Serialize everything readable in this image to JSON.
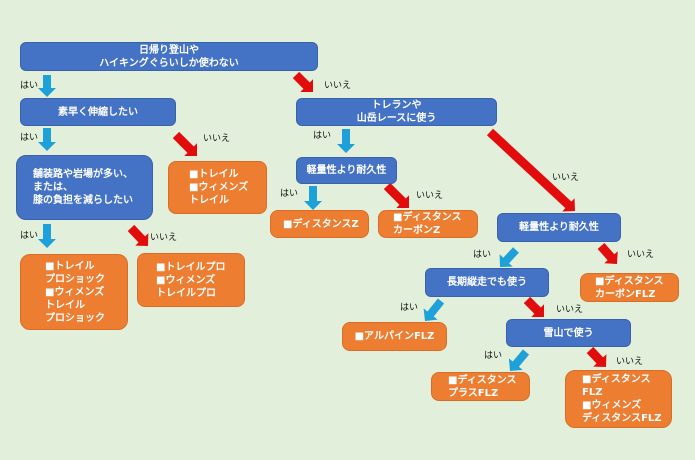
{
  "questions": {
    "q1": [
      "日帰り登山や",
      "ハイキングぐらいしか使わない"
    ],
    "q2": [
      "素早く伸縮したい"
    ],
    "q3": [
      "舗装路や岩場が多い、",
      "または、",
      "膝の負担を減らしたい"
    ],
    "q4": [
      "トレランや",
      "山岳レースに使う"
    ],
    "q5": [
      "軽量性より耐久性"
    ],
    "q6": [
      "軽量性より耐久性"
    ],
    "q7": [
      "長期縦走でも使う"
    ],
    "q8": [
      "雪山で使う"
    ]
  },
  "results": {
    "r1": [
      "■トレイル",
      "■ウィメンズ",
      "トレイル"
    ],
    "r2": [
      "■トレイル",
      "プロショック",
      "■ウィメンズ",
      "トレイル",
      "プロショック"
    ],
    "r3": [
      "■トレイルプロ",
      "■ウィメンズ",
      "トレイルプロ"
    ],
    "r4": [
      "■ディスタンスZ"
    ],
    "r5": [
      "■ディスタンス",
      "カーボンZ"
    ],
    "r6": [
      "■ディスタンス",
      "カーボンFLZ"
    ],
    "r7": [
      "■アルパインFLZ"
    ],
    "r8": [
      "■ディスタンス",
      "プラスFLZ"
    ],
    "r9": [
      "■ディスタンス",
      "FLZ",
      "■ウィメンズ",
      "ディスタンスFLZ"
    ]
  },
  "labels": {
    "yes": "はい",
    "no": "いいえ"
  },
  "colors": {
    "question": "#4472c4",
    "result": "#ed7d31",
    "yes_arrow": "#1ea0d9",
    "no_arrow": "#e30c0c",
    "background": "#e2efda"
  }
}
